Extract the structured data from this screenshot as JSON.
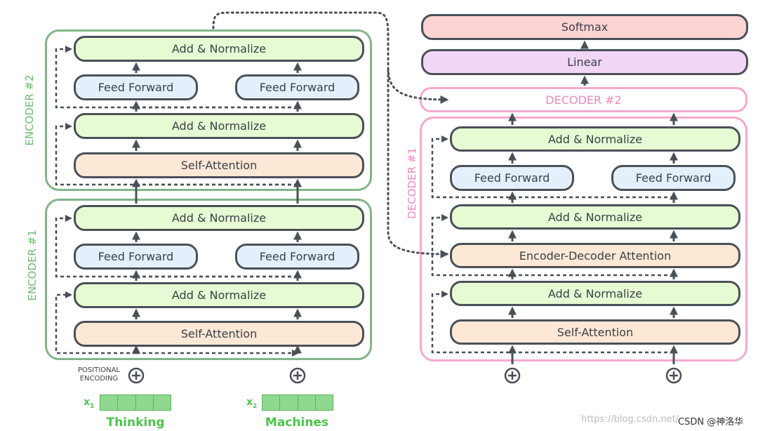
{
  "labels": {
    "add_normalize": "Add & Normalize",
    "feed_forward": "Feed Forward",
    "self_attention": "Self-Attention",
    "enc_dec_attention": "Encoder-Decoder Attention",
    "softmax": "Softmax",
    "linear": "Linear",
    "decoder2": "DECODER #2"
  },
  "encoder1": {
    "label": "ENCODER #1"
  },
  "encoder2": {
    "label": "ENCODER #2"
  },
  "decoder1": {
    "label": "DECODER #1"
  },
  "inputs": {
    "positional_encoding": "POSITIONAL ENCODING",
    "x1": {
      "symbol": "x",
      "subscript": "1",
      "word": "Thinking"
    },
    "x2": {
      "symbol": "x",
      "subscript": "2",
      "word": "Machines"
    }
  },
  "watermark": {
    "url": "https://blog.csdn.net/",
    "credit": "CSDN @神洛华"
  },
  "colors": {
    "encoder_frame": "#82b58a",
    "decoder_frame": "#f4a9cf",
    "add_normalize": "#e6fbd3",
    "feed_forward": "#e3f0fc",
    "attention": "#fde8d6",
    "softmax": "#fdd3d3",
    "linear": "#f2d6f6",
    "word_text": "#4cc64c"
  }
}
